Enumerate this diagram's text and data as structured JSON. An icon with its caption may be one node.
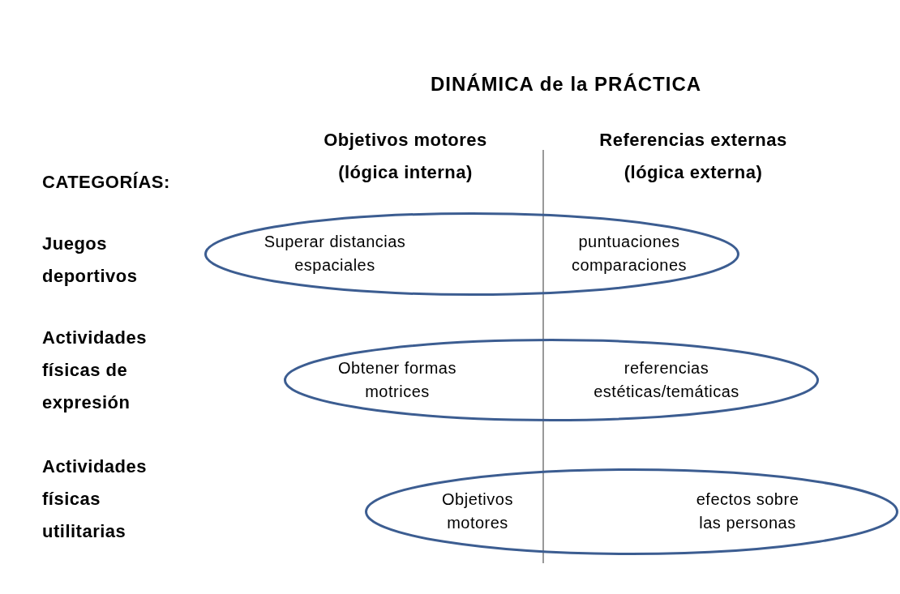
{
  "diagram": {
    "title": "DINÁMICA de la PRÁCTICA",
    "nodes": [
      {
        "text": [
          "Superar distancias espaciales",
          "puntuaciones comparaciones"
        ]
      },
      {
        "text": [
          "Obtener formas motrices",
          "referencias estéticas/temáticas"
        ]
      },
      {
        "text": [
          "Objetivos motores",
          "efectos sobre las personas"
        ]
      }
    ],
    "labels": [
      "Objetivos motores (lógica interna)",
      "Referencias externas (lógica externa)",
      "CATEGORÍAS:",
      "Juegos deportivos",
      "Actividades físicas de expresión",
      "Actividades físicas utilitarias"
    ]
  }
}
